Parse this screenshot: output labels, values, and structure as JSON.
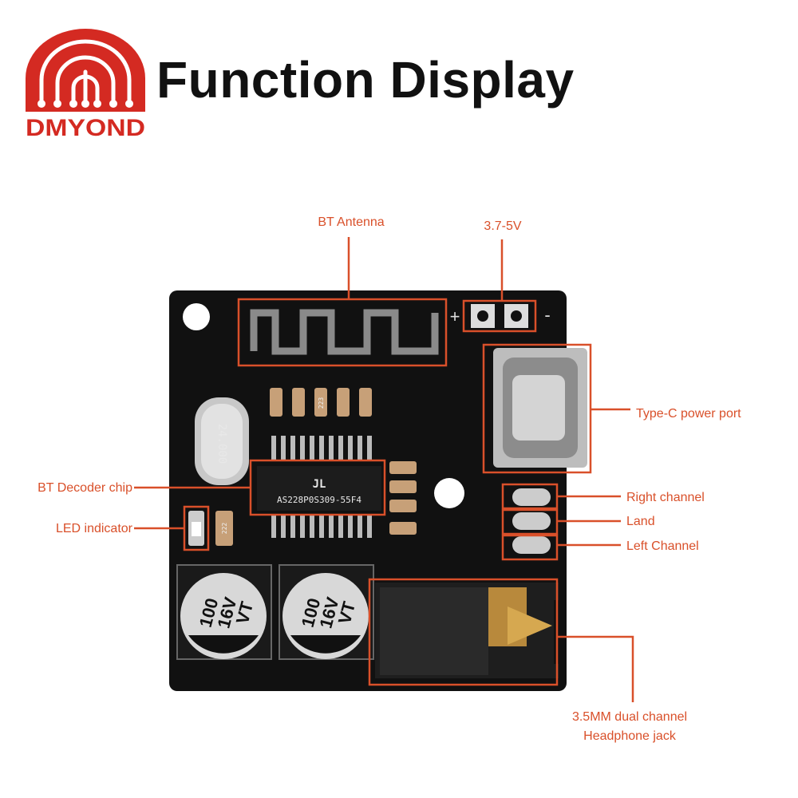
{
  "brand": {
    "name": "DMYOND"
  },
  "header": {
    "title": "Function Display"
  },
  "board": {
    "chip_marking": "AS228P0S309-55F4",
    "chip_logo": "JL",
    "crystal_marking": "24.000",
    "capacitor_marking": [
      "100",
      "16V",
      "VT"
    ],
    "resistor_codes": [
      "223",
      "222"
    ],
    "polarity": {
      "plus": "+",
      "minus": "-"
    }
  },
  "callouts": {
    "bt_antenna": "BT Antenna",
    "voltage": "3.7-5V",
    "type_c": "Type-C power port",
    "decoder_chip": "BT Decoder chip",
    "led": "LED indicator",
    "right_channel": "Right channel",
    "land": "Land",
    "left_channel": "Left Channel",
    "jack_line1": "3.5MM dual channel",
    "jack_line2": "Headphone jack"
  },
  "colors": {
    "accent": "#d9502a",
    "brand": "#d42a22",
    "board": "#111111"
  }
}
